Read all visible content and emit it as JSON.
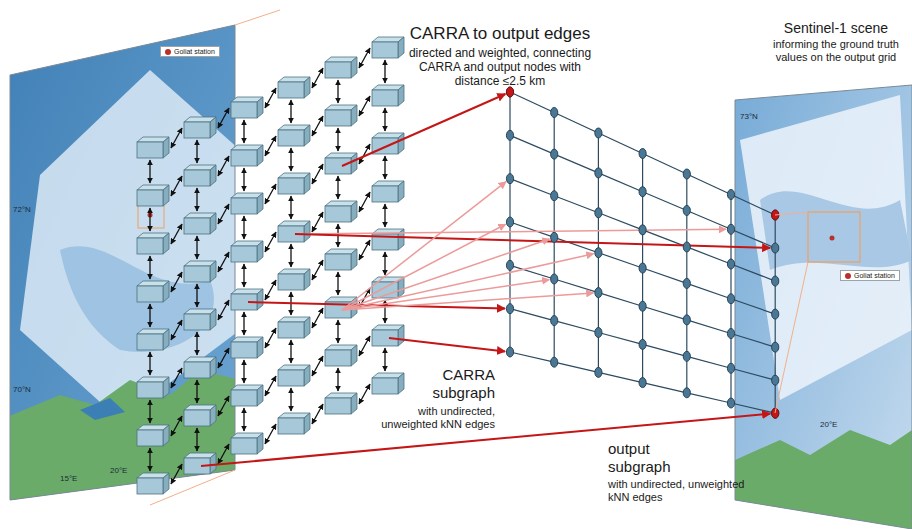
{
  "diagram": {
    "labels": [
      "CARRA to output edges",
      "directed and weighted, connecting CARRA and output nodes with distance ≤2.5 km",
      "Sentinel-1 scene",
      "informing the ground truth values on the output grid",
      "CARRA subgraph",
      "with undirected, unweighted kNN edges",
      "output subgraph",
      "with undirected, unweighted kNN edges",
      "72°N",
      "70°N",
      "15°E",
      "20°E",
      "73°N",
      "20°E"
    ],
    "legend": [
      {
        "text": "Goliat station",
        "color": "#b8302c"
      },
      {
        "text": "Goliat station",
        "color": "#b8302c"
      }
    ]
  }
}
